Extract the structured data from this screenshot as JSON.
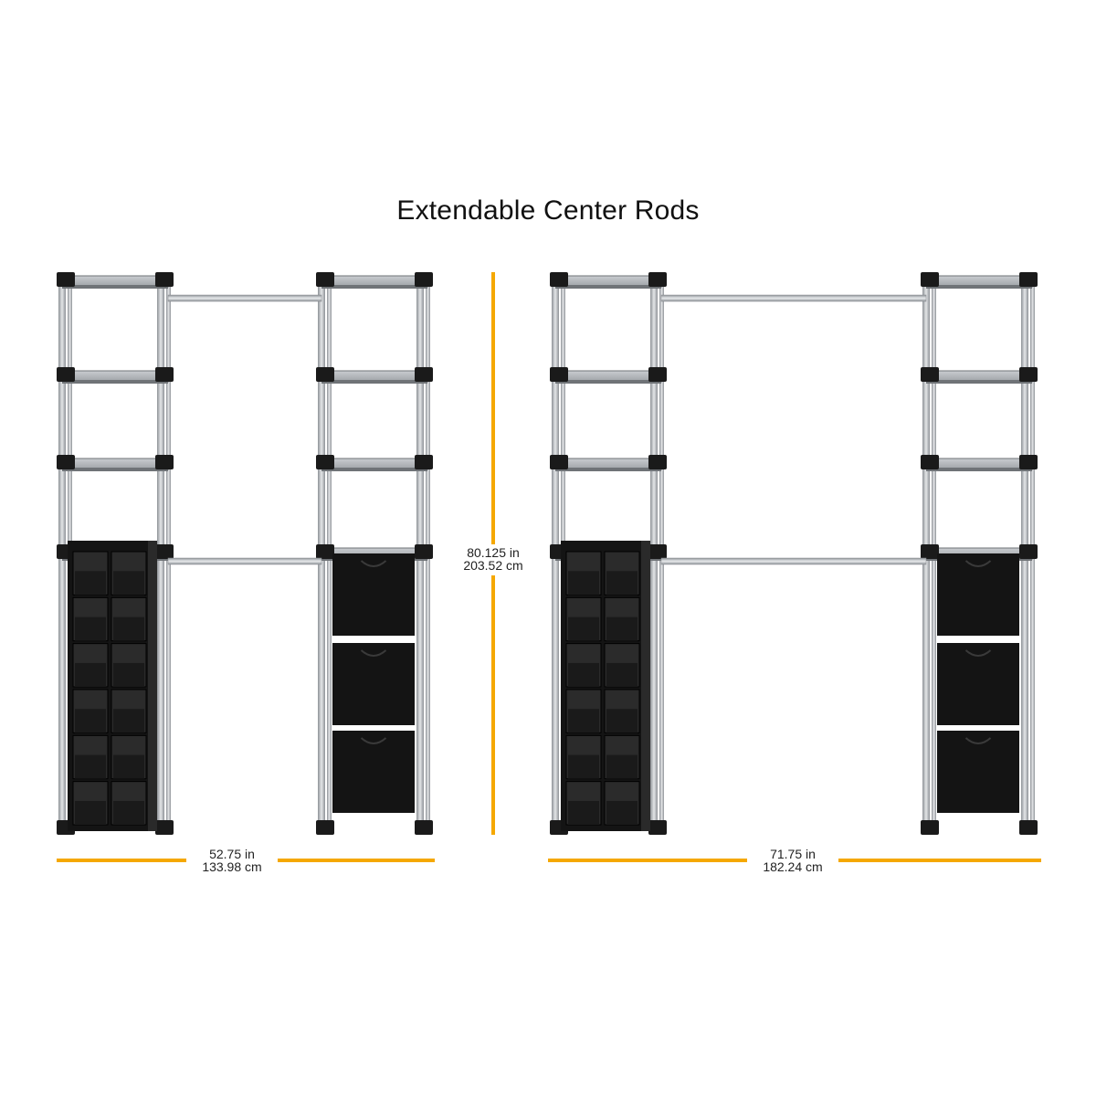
{
  "title": "Extendable Center Rods",
  "dimensions": {
    "left_width": {
      "in": "52.75 in",
      "cm": "133.98 cm"
    },
    "right_width": {
      "in": "71.75 in",
      "cm": "182.24 cm"
    },
    "height": {
      "in": "80.125 in",
      "cm": "203.52 cm"
    }
  },
  "colors": {
    "dimension_line": "#F5A800",
    "frame": "#A9ADB1",
    "frame_dark": "#6F7377",
    "fabric": "#141414",
    "connector": "#1A1A1A"
  }
}
